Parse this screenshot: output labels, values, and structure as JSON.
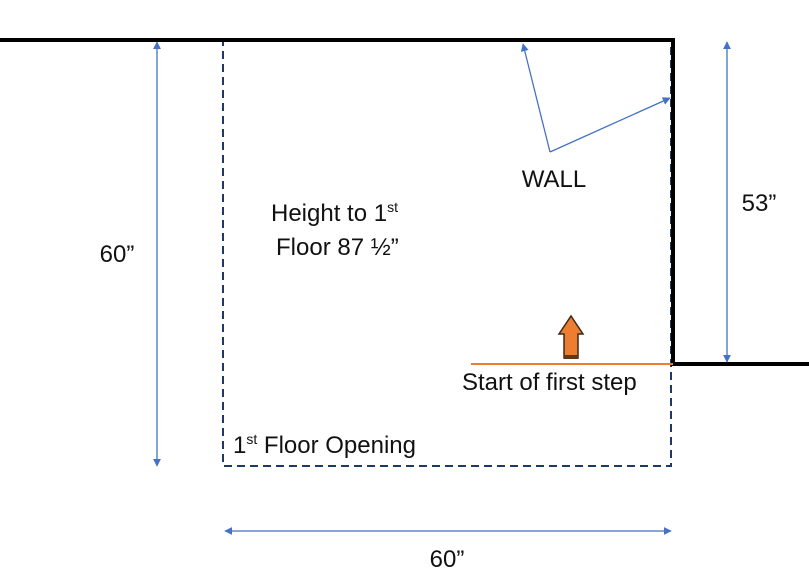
{
  "labels": {
    "wall": "WALL",
    "height_line1_prefix": "Height to 1",
    "height_line1_sup": "st",
    "height_line2": "Floor 87 ½”",
    "left_dim": "60”",
    "right_dim": "53”",
    "bottom_dim": "60”",
    "first_step": "Start of first step",
    "opening_prefix": "1",
    "opening_sup": "st",
    "opening_suffix": " Floor Opening"
  },
  "colors": {
    "wall": "#000000",
    "opening_outline": "#1f3864",
    "dimension": "#4472c4",
    "step_line": "#ed7d31",
    "arrow_fill": "#ed7d31",
    "arrow_stroke": "#3b2a1a"
  }
}
